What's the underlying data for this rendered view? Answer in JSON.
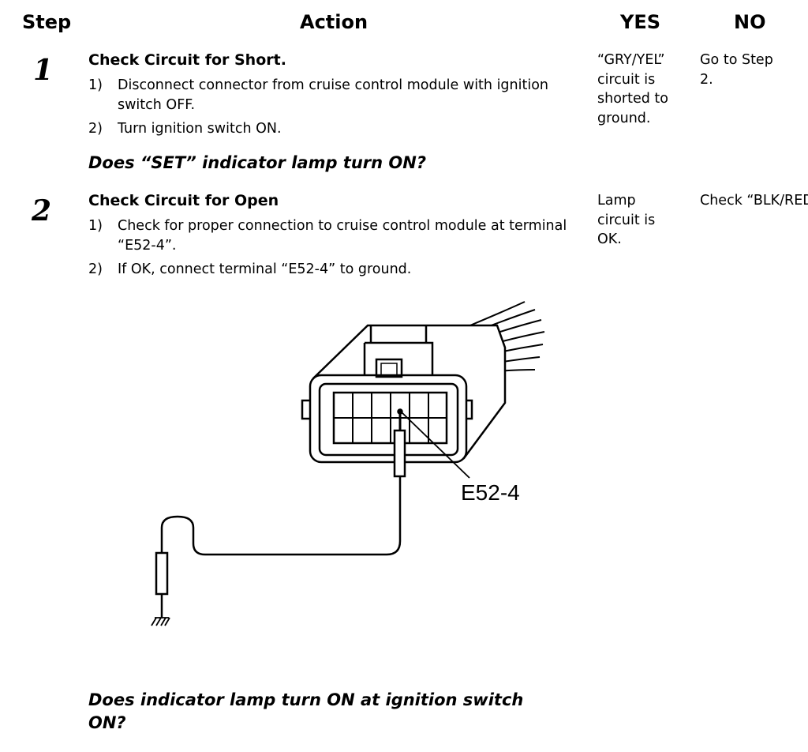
{
  "headers": {
    "step": "Step",
    "action": "Action",
    "yes": "YES",
    "no": "NO"
  },
  "steps": [
    {
      "number": "1",
      "title": "Check Circuit for Short.",
      "items": [
        {
          "num": "1)",
          "text": "Disconnect connector from cruise control module with ignition switch OFF."
        },
        {
          "num": "2)",
          "text": "Turn ignition switch ON."
        }
      ],
      "question": "Does “SET” indicator lamp turn ON?",
      "yes": "“GRY/YEL”\ncircuit is\nshorted to\nground.",
      "no": "Go to Step\n2."
    },
    {
      "number": "2",
      "title": "Check Circuit for Open",
      "items": [
        {
          "num": "1)",
          "text": "Check for proper connection to cruise control module at terminal “E52-4”."
        },
        {
          "num": "2)",
          "text": "If OK, connect terminal “E52-4” to ground."
        }
      ],
      "diagram_label": "E52-4",
      "question": "Does indicator lamp turn ON at ignition switch ON?",
      "yes": "Lamp\ncircuit is\nOK.",
      "no": "Check\n“BLK/RED”\nor\n“GRY/YEL”\nfor open. If\ncircuit is\nOK, replace\ncombination\nmeter."
    }
  ]
}
